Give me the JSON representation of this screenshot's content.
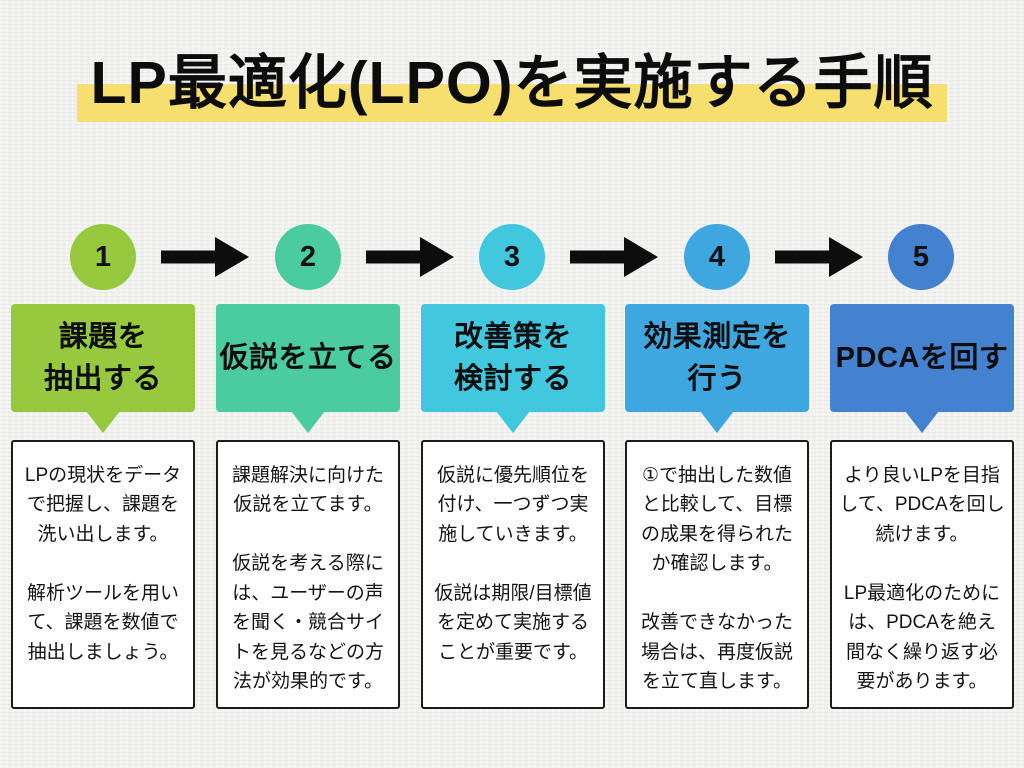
{
  "title": "LP最適化(LPO)を実施する手順",
  "title_highlight_color": "#F6DF6F",
  "background_color": "#F1F1EF",
  "arrow_color": "#0d0d0d",
  "steps": [
    {
      "number": "1",
      "color": "#97C93F",
      "label": "課題を\n抽出する",
      "description": "LPの現状をデータで把握し、課題を洗い出します。\n\n解析ツールを用いて、課題を数値で抽出しましょう。"
    },
    {
      "number": "2",
      "color": "#4ACCA0",
      "label": "仮説を立てる",
      "description": "課題解決に向けた仮説を立てます。\n\n仮説を考える際には、ユーザーの声を聞く・競合サイトを見るなどの方法が効果的です。"
    },
    {
      "number": "3",
      "color": "#41C7DE",
      "label": "改善策を\n検討する",
      "description": "仮説に優先順位を付け、一つずつ実施していきます。\n\n仮説は期限/目標値を定めて実施することが重要です。"
    },
    {
      "number": "4",
      "color": "#3FA7E0",
      "label": "効果測定を\n行う",
      "description": "①で抽出した数値と比較して、目標の成果を得られたか確認します。\n\n改善できなかった場合は、再度仮説を立て直します。"
    },
    {
      "number": "5",
      "color": "#4481CE",
      "label": "PDCAを回す",
      "description": "より良いLPを目指して、PDCAを回し続けます。\n\nLP最適化のためには、PDCAを絶え間なく繰り返す必要があります。"
    }
  ]
}
